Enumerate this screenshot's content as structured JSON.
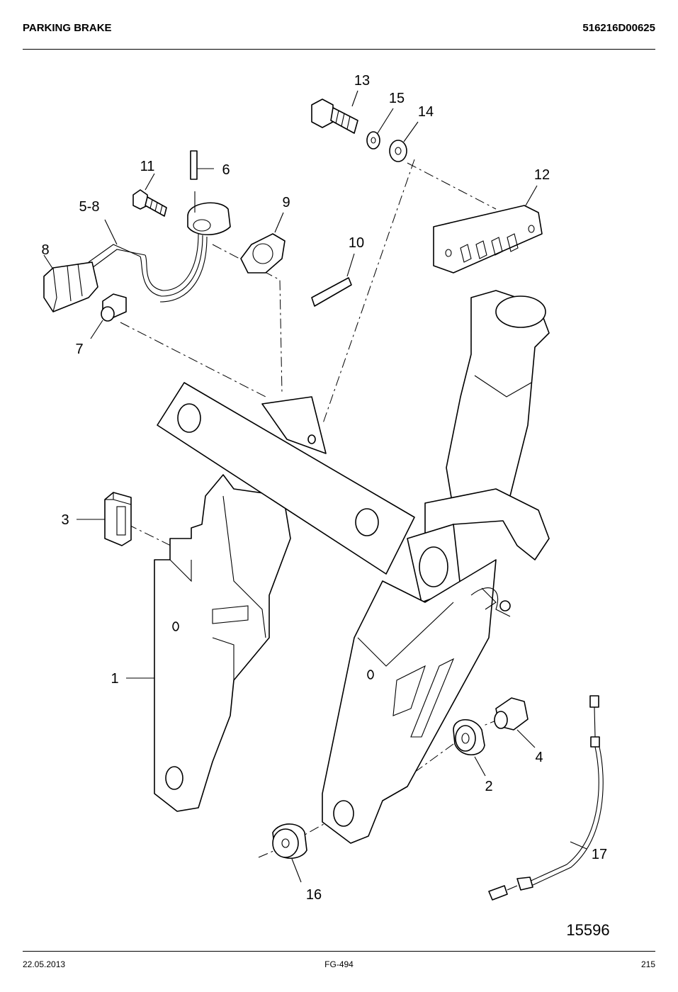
{
  "header": {
    "title": "PARKING BRAKE",
    "doc_code": "516216D00625"
  },
  "diagram": {
    "callouts": [
      {
        "id": "13",
        "part": "bolt"
      },
      {
        "id": "15",
        "part": "washer"
      },
      {
        "id": "14",
        "part": "washer"
      },
      {
        "id": "11",
        "part": "screw"
      },
      {
        "id": "6",
        "part": "pin"
      },
      {
        "id": "5-8",
        "part": "sensor with cable"
      },
      {
        "id": "9",
        "part": "gasket"
      },
      {
        "id": "12",
        "part": "bracket"
      },
      {
        "id": "8",
        "part": "connector"
      },
      {
        "id": "10",
        "part": "plate"
      },
      {
        "id": "7",
        "part": "plug"
      },
      {
        "id": "3",
        "part": "rubber pad"
      },
      {
        "id": "1",
        "part": "frame"
      },
      {
        "id": "4",
        "part": "bushing"
      },
      {
        "id": "2",
        "part": "bushing"
      },
      {
        "id": "17",
        "part": "cable"
      },
      {
        "id": "16",
        "part": "bushing"
      }
    ],
    "figure_number": "15596"
  },
  "footer": {
    "date": "22.05.2013",
    "page_ref": "FG-494",
    "page_number": "215"
  }
}
